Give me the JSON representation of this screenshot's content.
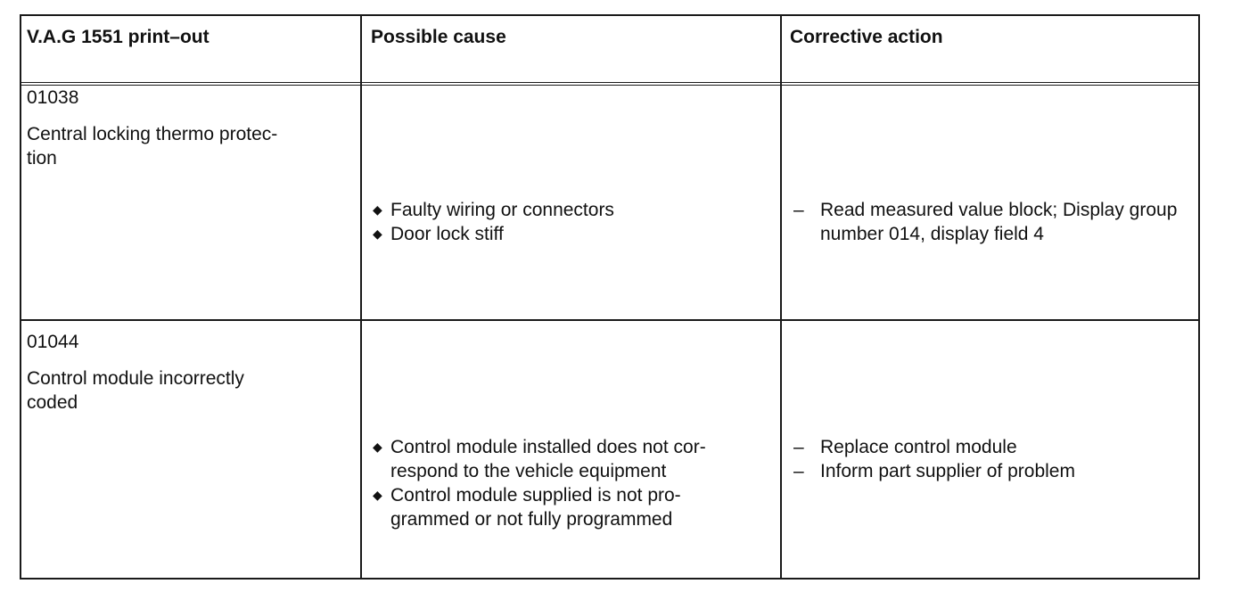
{
  "table": {
    "headers": {
      "printout": "V.A.G 1551 print–out",
      "cause": "Possible cause",
      "action": "Corrective action"
    },
    "rows": [
      {
        "code": "01038",
        "description": "Central locking thermo protec-\ntion",
        "causes": [
          "Faulty wiring or connectors",
          "Door lock stiff"
        ],
        "actions": [
          "Read measured value block; Display group number 014,  display field 4"
        ]
      },
      {
        "code": "01044",
        "description": "Control module incorrectly\ncoded",
        "causes": [
          "Control module installed does not cor-\nrespond to the vehicle equipment",
          "Control module supplied is not pro-\ngrammed or not fully programmed"
        ],
        "actions": [
          "Replace control module",
          "Inform part supplier of problem"
        ]
      }
    ]
  },
  "icons": {
    "cause_bullet": "diamond-bullet-icon",
    "action_bullet": "dash-bullet-icon"
  }
}
